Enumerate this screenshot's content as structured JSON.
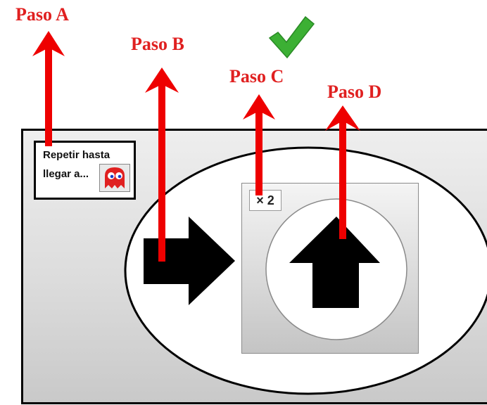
{
  "steps": {
    "a": "Paso A",
    "b": "Paso B",
    "c": "Paso C",
    "d": "Paso D"
  },
  "repeat_block": {
    "text": "Repetir hasta\nllegar a...",
    "target_icon": "ghost-icon"
  },
  "loop": {
    "count_label": "× 2"
  },
  "icons": {
    "check": "checkmark-icon",
    "move_right": "arrow-right-icon",
    "move_up": "arrow-up-icon"
  },
  "colors": {
    "label_red": "#e02020",
    "arrow_red": "#ee0000",
    "check_green": "#3cb034",
    "ghost_red": "#e02020"
  }
}
